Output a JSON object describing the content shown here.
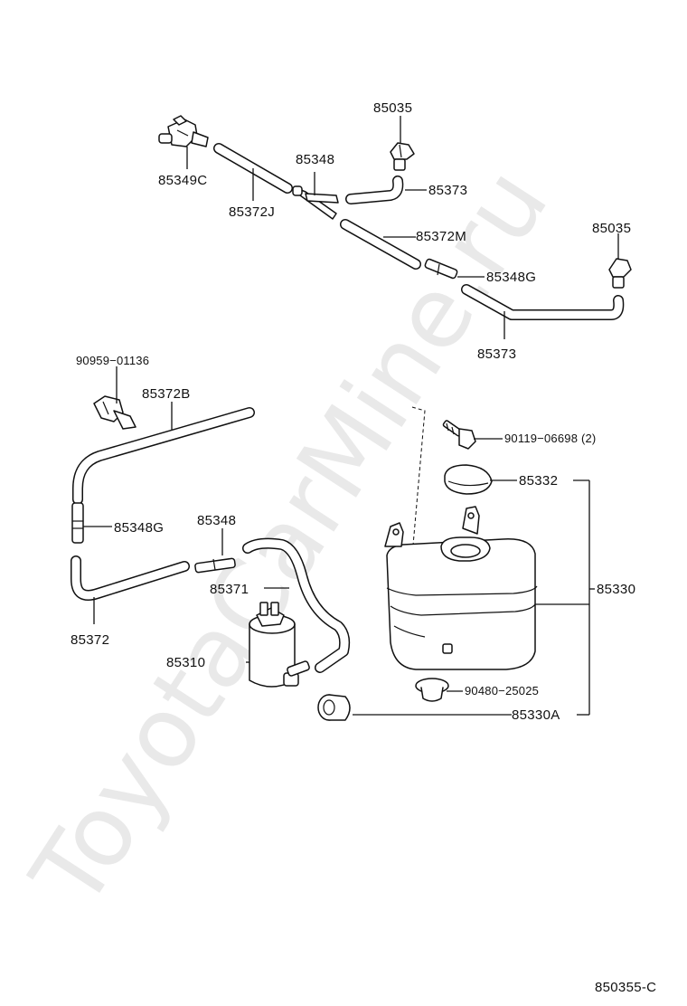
{
  "watermark": "ToyotaCarMine.ru",
  "figure_code": "850355-C",
  "labels": {
    "p85035_top": "85035",
    "p85348_top": "85348",
    "p85349C": "85349C",
    "p85372J": "85372J",
    "p85373_top": "85373",
    "p85372M": "85372M",
    "p85035_right": "85035",
    "p85348G_top": "85348G",
    "p85373_bottom": "85373",
    "p90959": "90959−01136",
    "p85372B": "85372B",
    "p85348G_left": "85348G",
    "p85348_mid": "85348",
    "p85372": "85372",
    "p85371": "85371",
    "p85310": "85310",
    "p90119": "90119−06698 (2)",
    "p85332": "85332",
    "p85330": "85330",
    "p90480": "90480−25025",
    "p85330A": "85330A"
  }
}
